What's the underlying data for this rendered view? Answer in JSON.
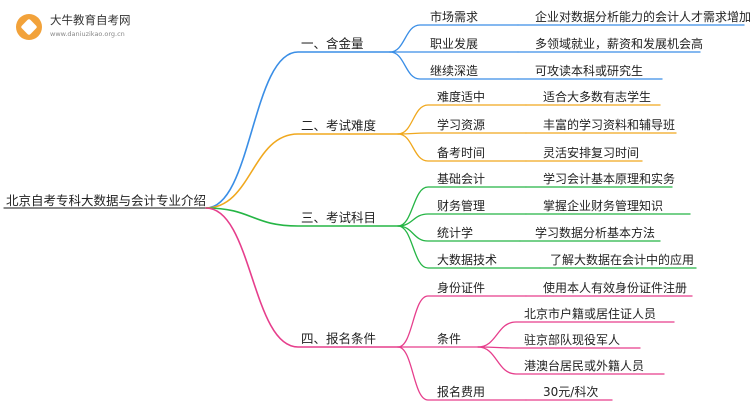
{
  "brand": {
    "name": "大牛教育自考网",
    "url": "www.daniuzikao.org.cn"
  },
  "root": "北京自考专科大数据与会计专业介绍",
  "branches": [
    {
      "label": "一、含金量",
      "color": "#3a8ee6",
      "children": [
        {
          "label": "市场需求",
          "leaf": "企业对数据分析能力的会计人才需求增加"
        },
        {
          "label": "职业发展",
          "leaf": "多领域就业，薪资和发展机会高"
        },
        {
          "label": "继续深造",
          "leaf": "可攻读本科或研究生"
        }
      ]
    },
    {
      "label": "二、考试难度",
      "color": "#f0a81e",
      "children": [
        {
          "label": "难度适中",
          "leaf": "适合大多数有志学生"
        },
        {
          "label": "学习资源",
          "leaf": "丰富的学习资料和辅导班"
        },
        {
          "label": "备考时间",
          "leaf": "灵活安排复习时间"
        }
      ]
    },
    {
      "label": "三、考试科目",
      "color": "#25b545",
      "children": [
        {
          "label": "基础会计",
          "leaf": "学习会计基本原理和实务"
        },
        {
          "label": "财务管理",
          "leaf": "掌握企业财务管理知识"
        },
        {
          "label": "统计学",
          "leaf": "学习数据分析基本方法"
        },
        {
          "label": "大数据技术",
          "leaf": "了解大数据在会计中的应用"
        }
      ]
    },
    {
      "label": "四、报名条件",
      "color": "#e63e8c",
      "children": [
        {
          "label": "身份证件",
          "leaf": "使用本人有效身份证件注册"
        },
        {
          "label": "条件",
          "leaves": [
            "北京市户籍或居住证人员",
            "驻京部队现役军人",
            "港澳台居民或外籍人员"
          ]
        },
        {
          "label": "报名费用",
          "leaf": "30元/科次"
        }
      ]
    }
  ]
}
